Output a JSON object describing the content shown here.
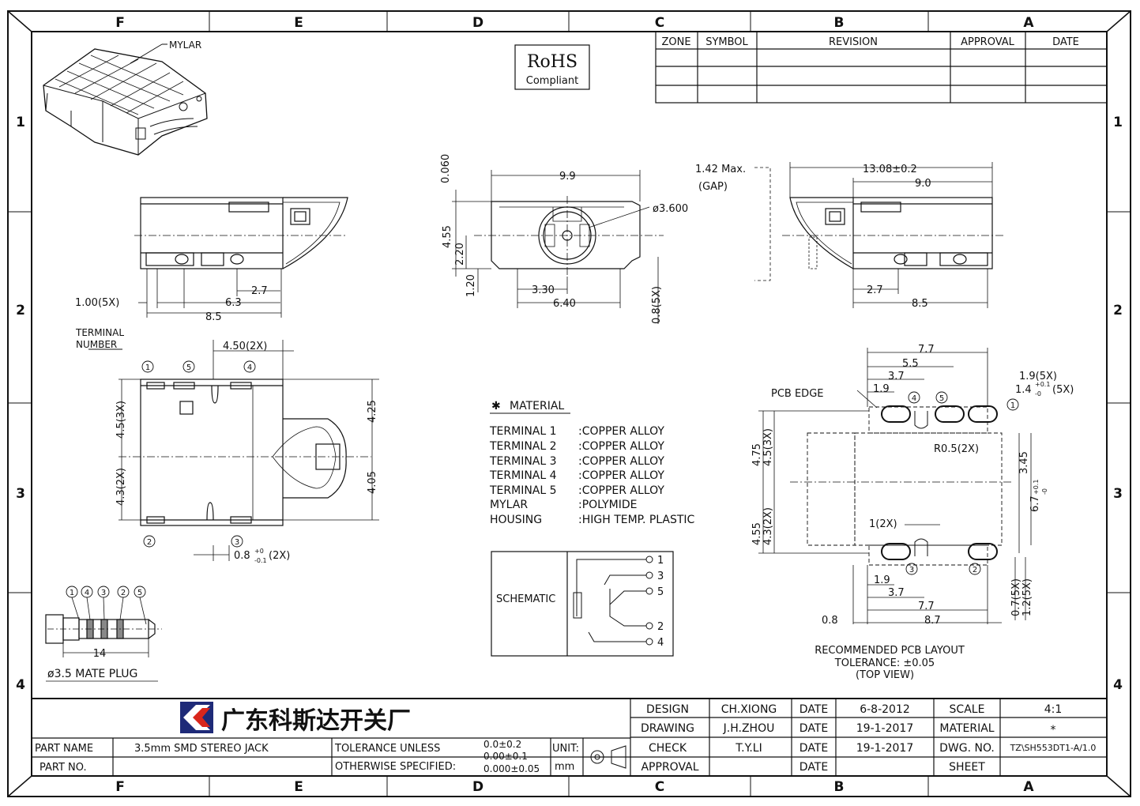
{
  "frame": {
    "columns": [
      "F",
      "E",
      "D",
      "C",
      "B",
      "A"
    ],
    "rows": [
      "1",
      "2",
      "3",
      "4"
    ]
  },
  "revision_table": {
    "headers": [
      "ZONE",
      "SYMBOL",
      "REVISION",
      "APPROVAL",
      "DATE"
    ]
  },
  "rohs": {
    "line1": "RoHS",
    "line2": "Compliant"
  },
  "views": {
    "iso": {
      "mylar_label": "MYLAR"
    },
    "side_left": {
      "dim_pin_width": "1.00(5X)",
      "dim_a": "2.7",
      "dim_b": "6.3",
      "dim_c": "8.5"
    },
    "front": {
      "dim_top": "0.060",
      "dim_width": "9.9",
      "dim_hole": "ø3.600",
      "dim_h1": "4.55",
      "dim_h2": "2.20",
      "dim_h3": "1.20",
      "dim_w1": "3.30",
      "dim_w2": "6.40",
      "dim_pin": "0.8(5X)"
    },
    "side_right": {
      "gap_label": "1.42 Max.",
      "gap_sub": "(GAP)",
      "dim_total": "13.08±0.2",
      "dim_body": "9.0",
      "dim_a": "2.7",
      "dim_b": "8.5"
    },
    "top": {
      "terminal_label_1": "TERMINAL",
      "terminal_label_2": "NUMBER",
      "dim_spacing": "4.50(2X)",
      "dim_v1": "4.5(3X)",
      "dim_v2": "4.3(2X)",
      "dim_r1": "4.25",
      "dim_r2": "4.05",
      "dim_pin": "0.8",
      "dim_pin_tol_plus": "+0",
      "dim_pin_tol_minus": "-0.1",
      "dim_pin_count": "(2X)",
      "terminals_top": [
        "1",
        "5",
        "4"
      ],
      "terminals_bottom": [
        "2",
        "3"
      ]
    },
    "plug": {
      "terminals": [
        "1",
        "4",
        "3",
        "2",
        "5"
      ],
      "dim_length": "14",
      "caption": "ø3.5 MATE PLUG"
    },
    "pcb": {
      "pcb_edge": "PCB EDGE",
      "dim_77_top": "7.7",
      "dim_55": "5.5",
      "dim_37_top": "3.7",
      "dim_19_top": "1.9",
      "dim_19_5x": "1.9(5X)",
      "dim_14": "1.4",
      "dim_14_tol_plus": "+0.1",
      "dim_14_tol_minus": "-0",
      "dim_14_count": "(5X)",
      "dim_radius": "R0.5(2X)",
      "dim_475": "4.75",
      "dim_45_3x": "4.5(3X)",
      "dim_455": "4.55",
      "dim_43_2x": "4.3(2X)",
      "dim_345": "3.45",
      "dim_67": "6.7",
      "dim_67_tol_plus": "+0.1",
      "dim_67_tol_minus": "-0",
      "dim_1_2x": "1(2X)",
      "dim_19_bot": "1.9",
      "dim_37_bot": "3.7",
      "dim_77_bot": "7.7",
      "dim_08": "0.8",
      "dim_87": "8.7",
      "dim_07_5x": "0.7(5X)",
      "dim_12_5x": "1.2(5X)",
      "terminals": [
        "4",
        "5",
        "1",
        "3",
        "2"
      ],
      "caption_1": "RECOMMENDED PCB LAYOUT",
      "caption_2": "TOLERANCE: ±0.05",
      "caption_3": "(TOP VIEW)"
    }
  },
  "material": {
    "title": "MATERIAL",
    "rows": [
      {
        "part": "TERMINAL 1",
        "material": ":COPPER ALLOY"
      },
      {
        "part": "TERMINAL 2",
        "material": ":COPPER ALLOY"
      },
      {
        "part": "TERMINAL 3",
        "material": ":COPPER ALLOY"
      },
      {
        "part": "TERMINAL 4",
        "material": ":COPPER ALLOY"
      },
      {
        "part": "TERMINAL 5",
        "material": ":COPPER ALLOY"
      },
      {
        "part": "MYLAR",
        "material": ":POLYMIDE"
      },
      {
        "part": "HOUSING",
        "material": ":HIGH TEMP. PLASTIC"
      }
    ]
  },
  "schematic": {
    "label": "SCHEMATIC",
    "pins": [
      "1",
      "3",
      "5",
      "2",
      "4"
    ]
  },
  "title_block": {
    "company": "广东科斯达开关厂",
    "part_name_label": "PART NAME",
    "part_name": "3.5mm SMD STEREO JACK",
    "part_no_label": "PART NO.",
    "part_no": "",
    "tolerance_1": "TOLERANCE UNLESS",
    "tolerance_2": "OTHERWISE SPECIFIED:",
    "tol_a": "0.0±0.2",
    "tol_b": "0.00±0.1",
    "tol_c": "0.000±0.05",
    "unit_label": "UNIT:",
    "unit": "mm",
    "design_label": "DESIGN",
    "design_by": "CH.XIONG",
    "design_date_label": "DATE",
    "design_date": "6-8-2012",
    "drawing_label": "DRAWING",
    "drawing_by": "J.H.ZHOU",
    "drawing_date_label": "DATE",
    "drawing_date": "19-1-2017",
    "check_label": "CHECK",
    "check_by": "T.Y.LI",
    "check_date_label": "DATE",
    "check_date": "19-1-2017",
    "approval_label": "APPROVAL",
    "approval_by": "",
    "approval_date_label": "DATE",
    "approval_date": "",
    "scale_label": "SCALE",
    "scale": "4:1",
    "material_label": "MATERIAL",
    "material": "*",
    "dwg_label": "DWG. NO.",
    "dwg_no": "TZ\\SH553DT1-A/1.0",
    "sheet_label": "SHEET",
    "sheet": ""
  }
}
